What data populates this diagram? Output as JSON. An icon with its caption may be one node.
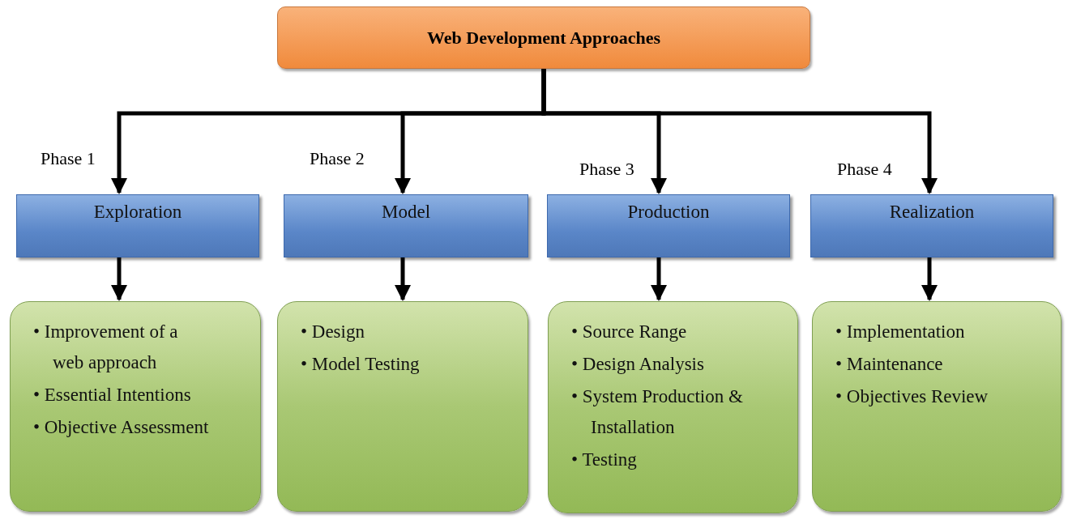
{
  "diagram": {
    "nodes": [
      {
        "text": [
          "Web Development Approaches"
        ]
      },
      {
        "text": [
          "Exploration"
        ],
        "beside": [
          "Phase 1"
        ]
      },
      {
        "text": [
          "Model"
        ],
        "beside": [
          "Phase 2"
        ]
      },
      {
        "text": [
          "Production"
        ],
        "beside": [
          "Phase 3"
        ]
      },
      {
        "text": [
          "Realization"
        ],
        "beside": [
          "Phase 4"
        ]
      },
      {
        "text": [
          "• Improvement of a web approach",
          "• Essential Intentions",
          "• Objective Assessment"
        ]
      },
      {
        "text": [
          "• Design",
          "• Model Testing"
        ]
      },
      {
        "text": [
          "• Source Range",
          "• Design Analysis",
          "• System Production & Installation",
          "• Testing"
        ]
      },
      {
        "text": [
          "• Implementation",
          "• Maintenance",
          "• Objectives Review"
        ]
      }
    ],
    "edges": [
      {
        "from": 0,
        "to": 1,
        "arrow": "to"
      },
      {
        "from": 0,
        "to": 2,
        "arrow": "to"
      },
      {
        "from": 0,
        "to": 3,
        "arrow": "to"
      },
      {
        "from": 0,
        "to": 4,
        "arrow": "to"
      },
      {
        "from": 1,
        "to": 5,
        "arrow": "to"
      },
      {
        "from": 2,
        "to": 6,
        "arrow": "to"
      },
      {
        "from": 3,
        "to": 7,
        "arrow": "to"
      },
      {
        "from": 4,
        "to": 8,
        "arrow": "to"
      }
    ]
  }
}
